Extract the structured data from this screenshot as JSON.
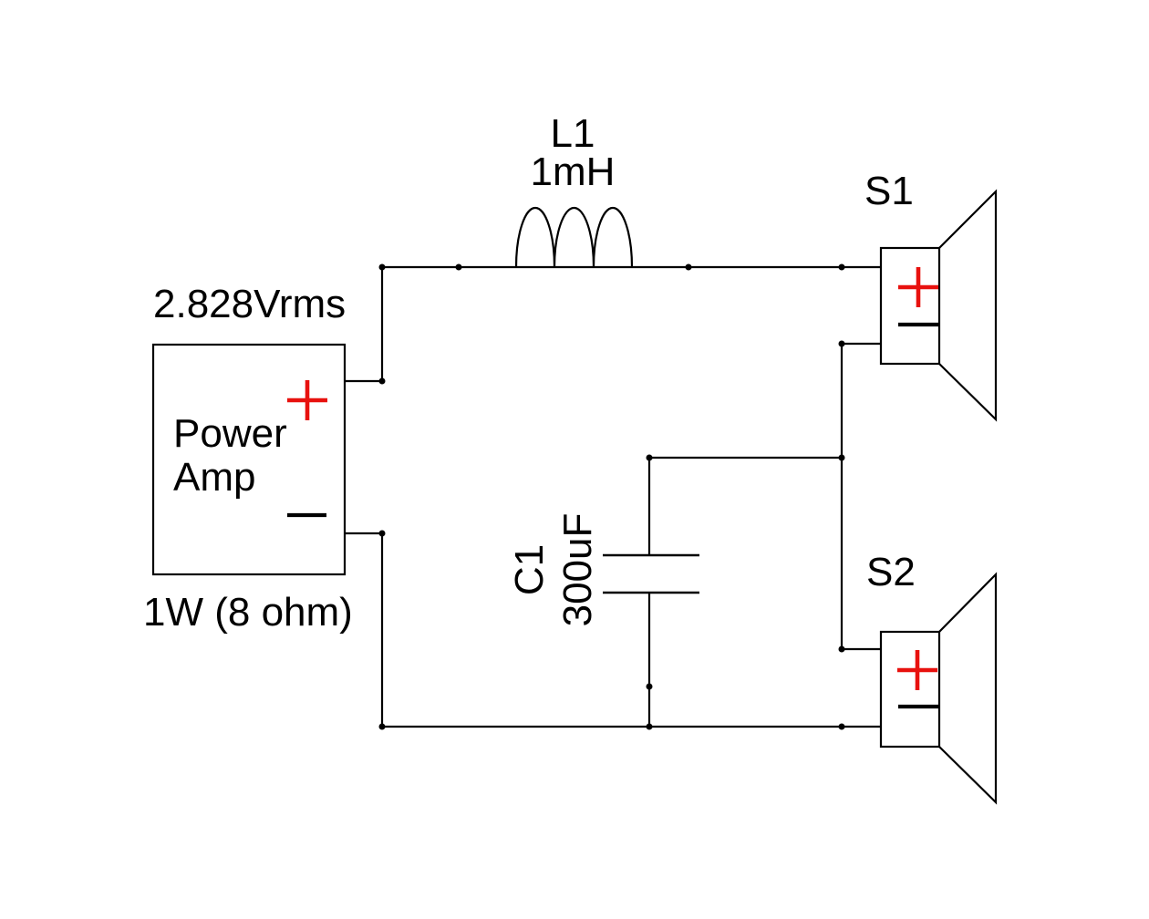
{
  "colors": {
    "background": "#ffffff",
    "wire": "#000000",
    "text": "#000000",
    "polarity_plus": "#e8110e"
  },
  "schematic": {
    "amplifier": {
      "voltage_label": "2.828Vrms",
      "name_line1": "Power",
      "name_line2": "Amp",
      "power_label": "1W (8 ohm)"
    },
    "inductor": {
      "ref": "L1",
      "value": "1mH"
    },
    "capacitor": {
      "ref": "C1",
      "value": "300uF"
    },
    "speaker_top": {
      "ref": "S1"
    },
    "speaker_bottom": {
      "ref": "S2"
    }
  }
}
